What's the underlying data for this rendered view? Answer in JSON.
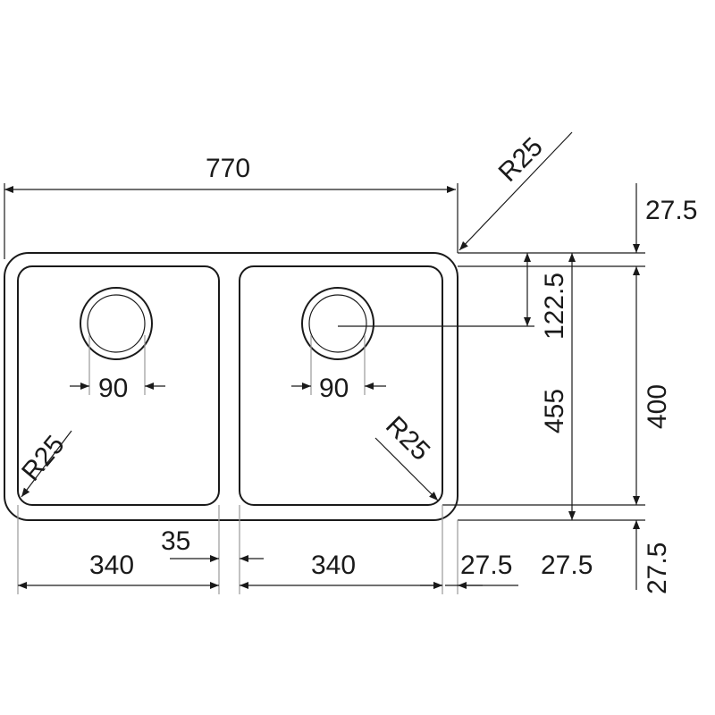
{
  "drawing": {
    "overall_width": "770",
    "outer_radius": "R25",
    "top_flange": "27.5",
    "inner_height": "400",
    "bottom_flange": "27.5",
    "overall_depth": "455",
    "drain_offset": "122.5",
    "left_drain_diameter": "90",
    "right_drain_diameter": "90",
    "left_bowl_radius": "R25",
    "right_bowl_radius": "R25",
    "left_bowl_width": "340",
    "divider_width": "35",
    "right_bowl_width": "340",
    "right_flange_a": "27.5",
    "right_flange_b": "27.5"
  }
}
